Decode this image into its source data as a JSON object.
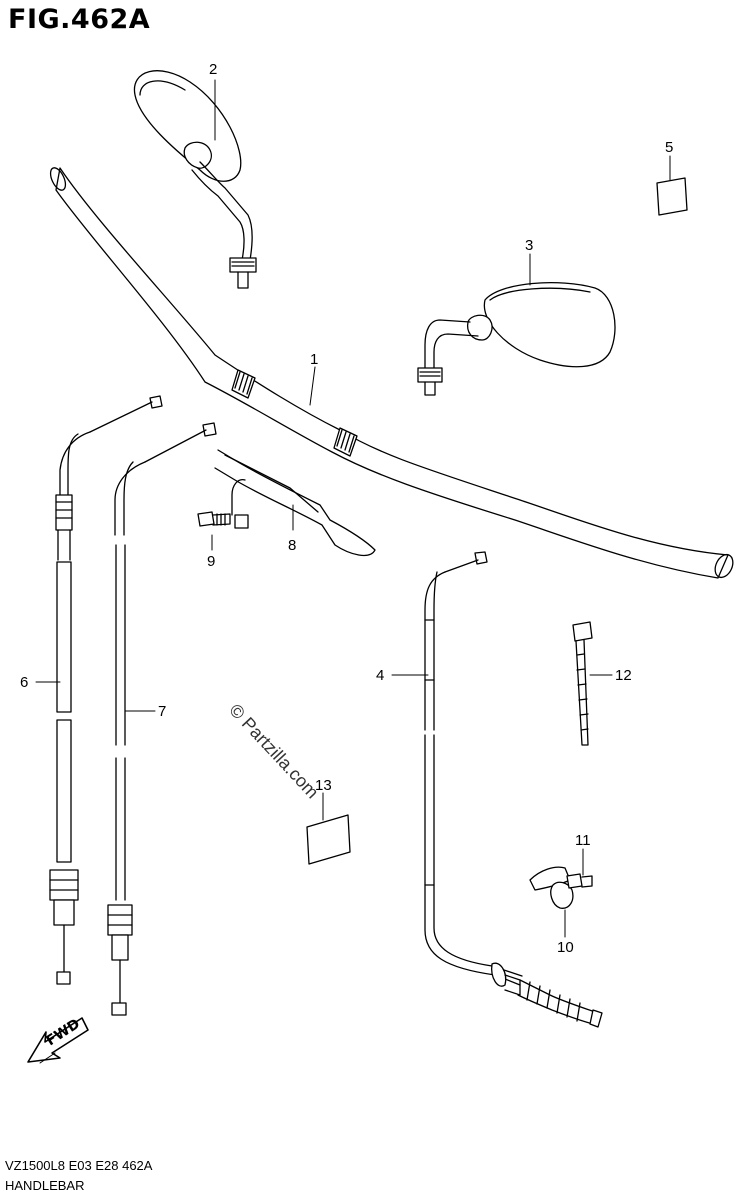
{
  "figure": {
    "title": "FIG.462A",
    "code": "VZ1500L8 E03 E28 462A",
    "section": "HANDLEBAR",
    "watermark": "© Partzilla.com",
    "direction_label": "FWD"
  },
  "callouts": [
    "1",
    "2",
    "3",
    "4",
    "5",
    "6",
    "7",
    "8",
    "9",
    "10",
    "11",
    "12",
    "13"
  ]
}
